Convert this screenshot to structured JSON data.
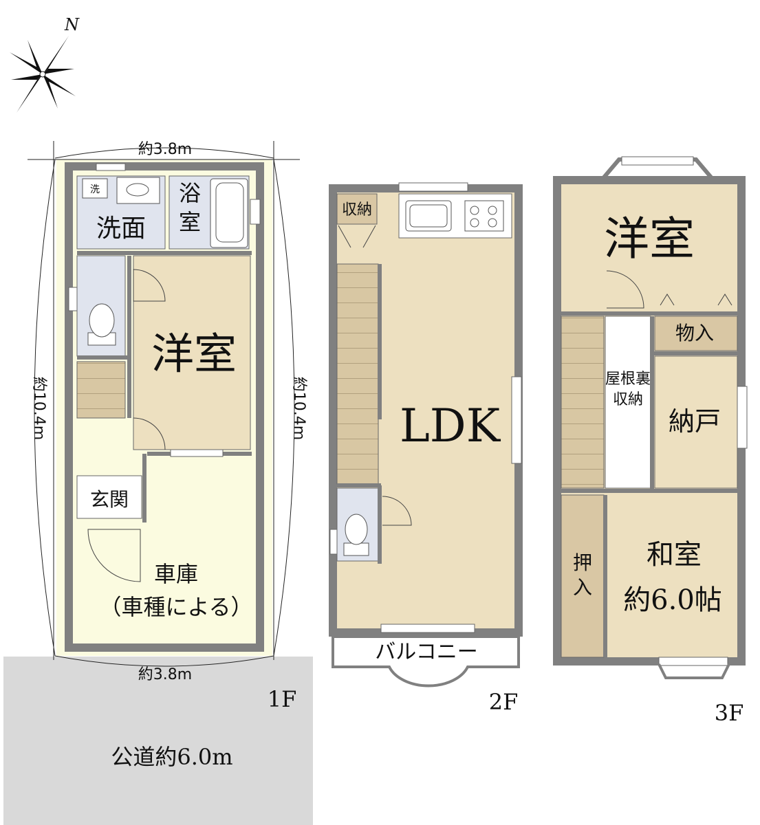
{
  "compass": {
    "north_label": "N",
    "icon": "compass-rose-icon"
  },
  "road": {
    "label": "公道約6.0m",
    "color": "#d9d9d9"
  },
  "floors": [
    {
      "label": "1F",
      "dims": {
        "top": "約3.8m",
        "bottom": "約3.8m",
        "left": "約10.4m",
        "right": "約10.4m"
      },
      "rooms": {
        "washroom": "洗面",
        "laundry": "洗",
        "bath": [
          "浴",
          "室"
        ],
        "western": "洋室",
        "entrance": "玄関",
        "garage": "車庫",
        "garage_note": "（車種による）"
      }
    },
    {
      "label": "2F",
      "rooms": {
        "storage": "収納",
        "ldk": "LDK",
        "balcony": "バルコニー"
      }
    },
    {
      "label": "3F",
      "rooms": {
        "western": "洋室",
        "closet": "物入",
        "attic": [
          "屋根裏",
          "収納"
        ],
        "storeroom": "納戸",
        "oshiire": [
          "押",
          "入"
        ],
        "japanese": "和室",
        "japanese_size": "約6.0帖"
      }
    }
  ],
  "colors": {
    "room": "#ede0c0",
    "wet": "#e0e4ee",
    "stairs": "#d8c7a3",
    "storage": "#d9c7a4",
    "wall": "#808080",
    "lot": "#fbfbe0",
    "balcony": "#ffffff"
  }
}
